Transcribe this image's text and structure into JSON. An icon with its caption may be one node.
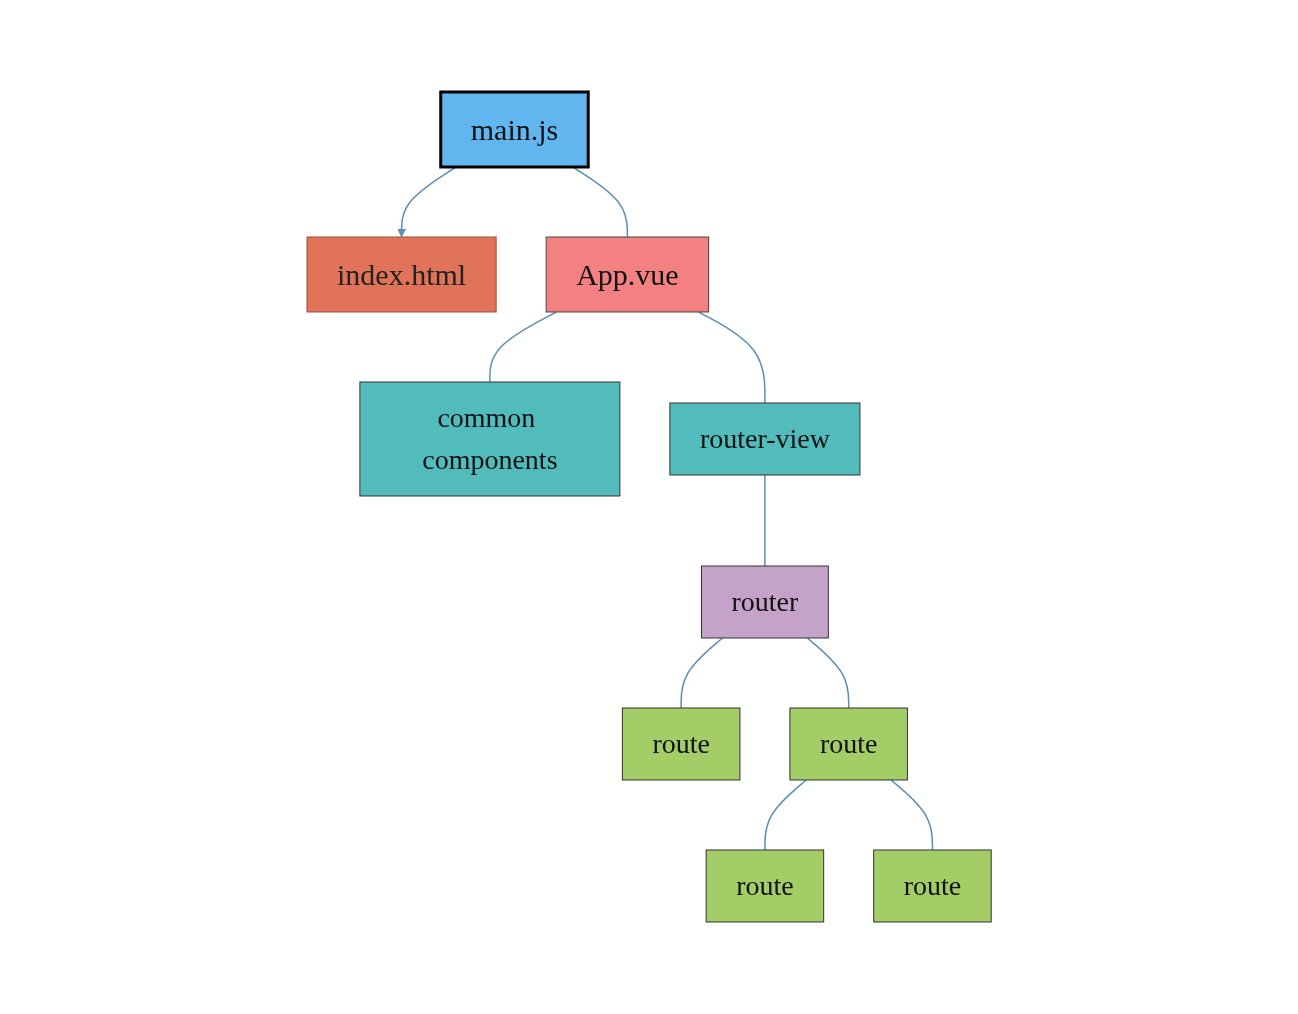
{
  "diagram": {
    "nodes": [
      {
        "text": [
          "index.html"
        ]
      },
      {
        "text": [
          "main.js"
        ]
      },
      {
        "text": [
          "App.vue"
        ]
      },
      {
        "text": [
          "common components"
        ]
      },
      {
        "text": [
          "router-view"
        ]
      },
      {
        "text": [
          "router"
        ]
      },
      {
        "text": [
          "route"
        ]
      },
      {
        "text": [
          "route"
        ]
      },
      {
        "text": [
          "route"
        ]
      },
      {
        "text": [
          "route"
        ]
      }
    ],
    "edges": [
      {
        "from": 1,
        "to": 0,
        "arrow": "to"
      },
      {
        "from": 1,
        "to": 2,
        "arrow": "none"
      },
      {
        "from": 2,
        "to": 3,
        "arrow": "none"
      },
      {
        "from": 2,
        "to": 4,
        "arrow": "none"
      },
      {
        "from": 4,
        "to": 5,
        "arrow": "none"
      },
      {
        "from": 5,
        "to": 6,
        "arrow": "none"
      },
      {
        "from": 5,
        "to": 7,
        "arrow": "none"
      },
      {
        "from": 7,
        "to": 8,
        "arrow": "none"
      },
      {
        "from": 7,
        "to": 9,
        "arrow": "none"
      }
    ]
  }
}
